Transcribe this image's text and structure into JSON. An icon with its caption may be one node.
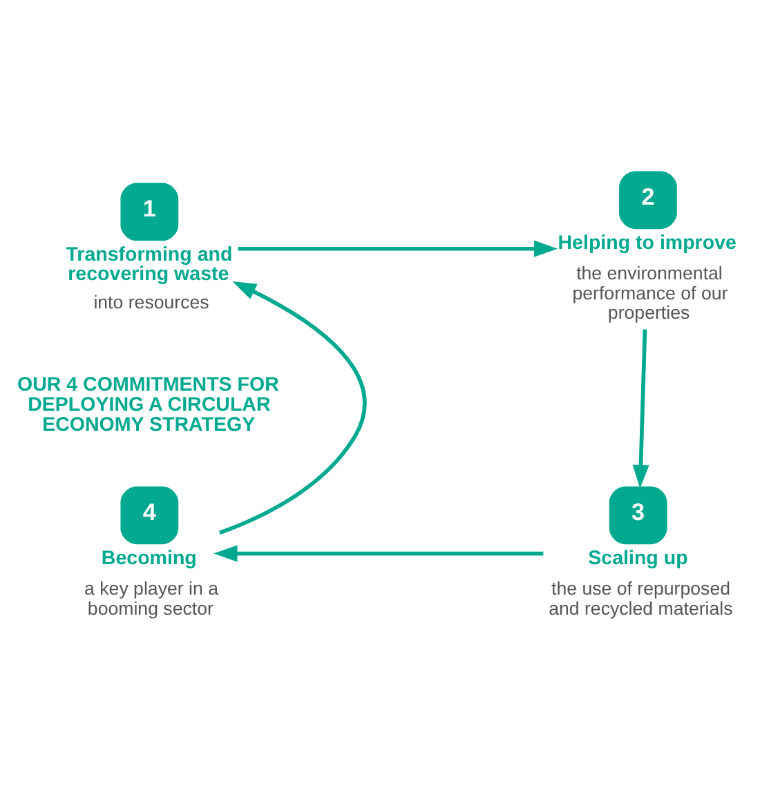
{
  "diagram": {
    "nodes": [
      {
        "text": [
          "1",
          "Transforming and recovering waste",
          "into resources"
        ]
      },
      {
        "text": [
          "2",
          "Helping to improve",
          "the environmental performance of our properties"
        ]
      },
      {
        "text": [
          "3",
          "Scaling up",
          "the use of repurposed and recycled materials"
        ]
      },
      {
        "text": [
          "4",
          "Becoming",
          "a key player in a booming sector"
        ]
      }
    ],
    "edges": [
      {
        "from": 0,
        "to": 1,
        "arrow": "to"
      },
      {
        "from": 1,
        "to": 2,
        "arrow": "to"
      },
      {
        "from": 2,
        "to": 3,
        "arrow": "to"
      },
      {
        "from": 3,
        "to": 0,
        "arrow": "to"
      }
    ],
    "labels": [
      "OUR 4 COMMITMENTS FOR DEPLOYING A CIRCULAR ECONOMY STRATEGY"
    ]
  }
}
